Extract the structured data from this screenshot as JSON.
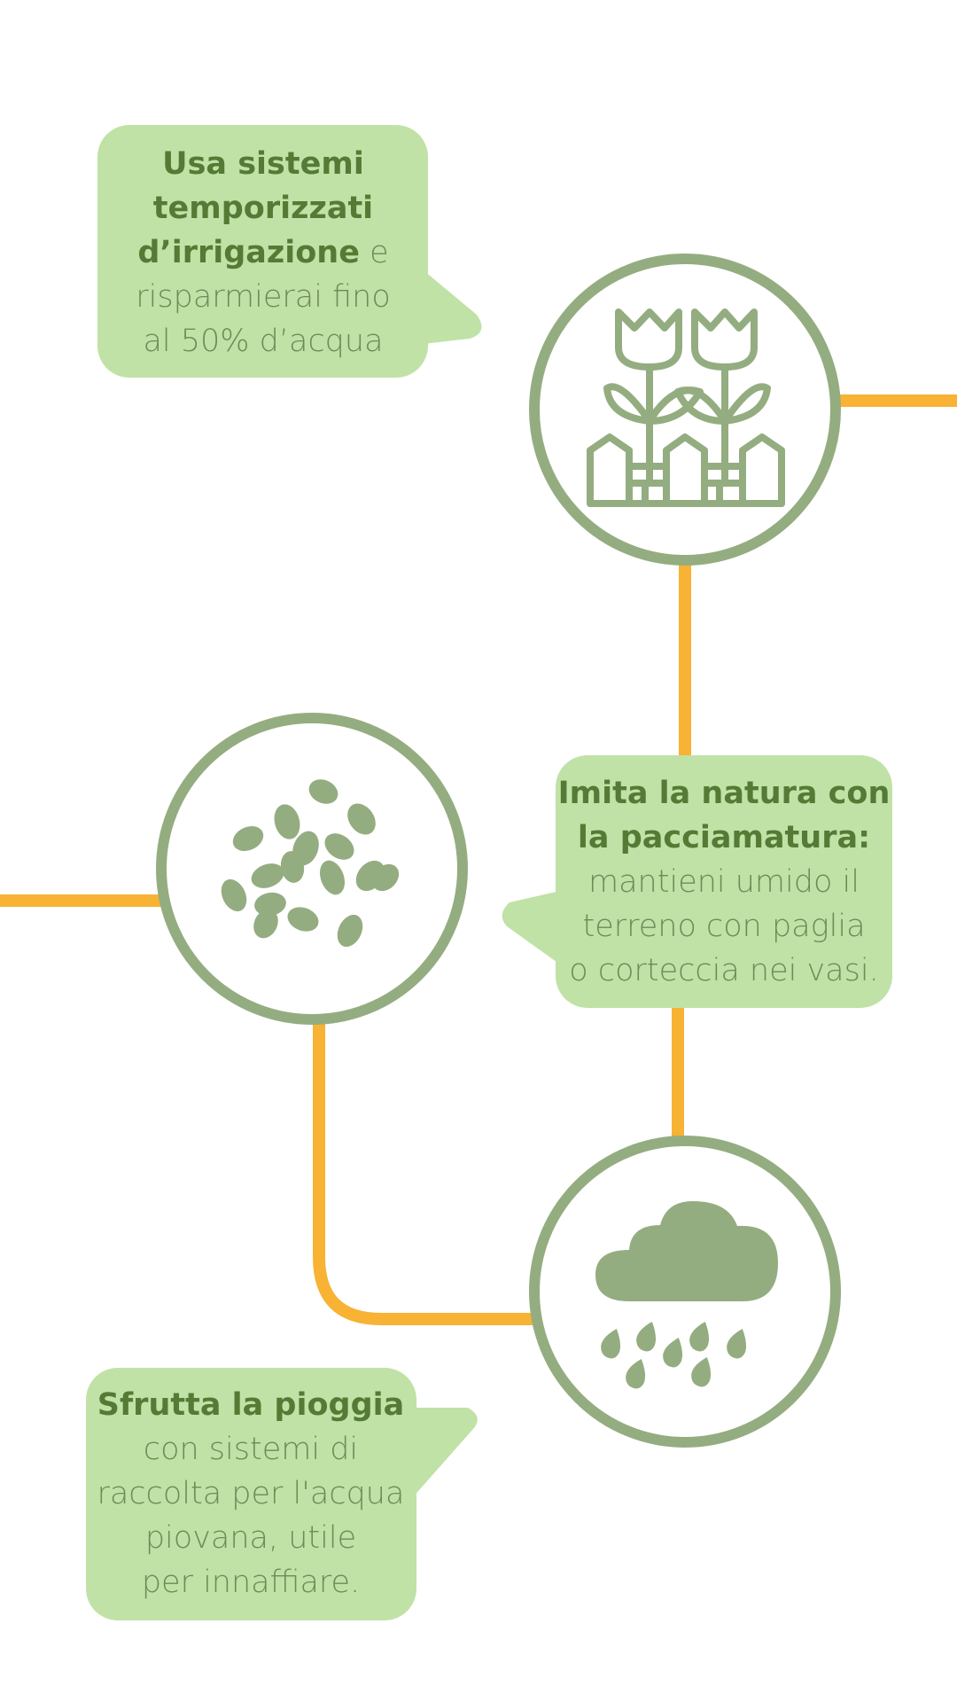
{
  "colors": {
    "bubble": "#c0e2a6",
    "circle_stroke": "#94ad80",
    "icon": "#94ad80",
    "connector": "#f8b234",
    "text_strong": "#557a35",
    "text_light": "#6f8a5b"
  },
  "tips": [
    {
      "strong_lines": [
        "Usa sistemi",
        "temporizzati",
        "d’irrigazione"
      ],
      "inline_suffix": " e",
      "light_lines": [
        "risparmierai fino",
        "al 50% d’acqua"
      ]
    },
    {
      "strong_lines": [
        "Imita la natura con",
        "la pacciamatura:"
      ],
      "light_lines": [
        "mantieni umido il",
        "terreno con paglia",
        "o corteccia nei vasi."
      ]
    },
    {
      "strong_lines": [
        "Sfrutta la pioggia"
      ],
      "light_lines": [
        "con sistemi di",
        "raccolta per l'acqua",
        "piovana, utile",
        "per innaffiare."
      ]
    }
  ],
  "icons": [
    "garden-flowers-icon",
    "seeds-icon",
    "rain-cloud-icon"
  ]
}
